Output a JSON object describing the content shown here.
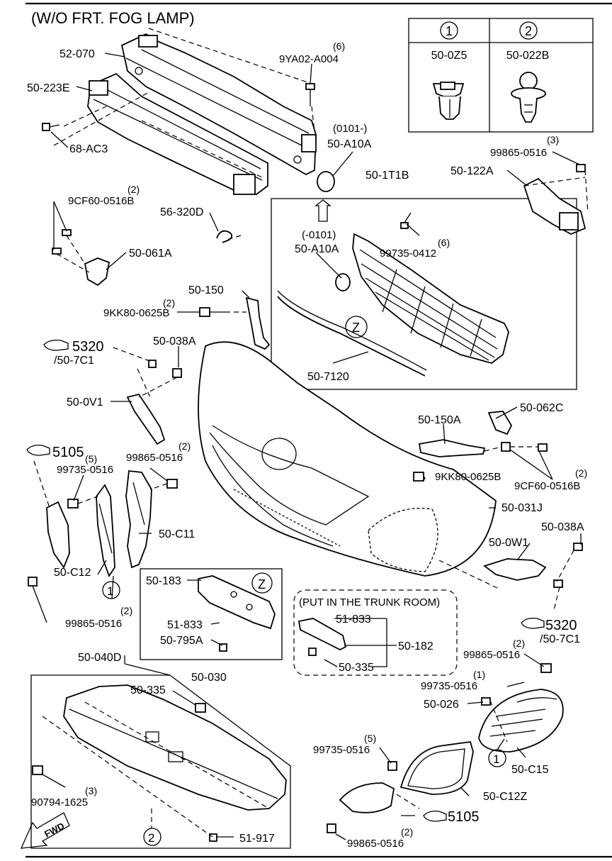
{
  "title": "(W/O FRT. FOG LAMP)",
  "legend": {
    "headers": [
      "1",
      "2"
    ],
    "parts": [
      "50-0Z5",
      "50-022B"
    ]
  },
  "labels": {
    "l52_070": "52-070",
    "l9ya02_qty": "(6)",
    "l9ya02": "9YA02-A004",
    "l50_223e": "50-223E",
    "l68_ac3": "68-AC3",
    "l0101_top": "(0101-)",
    "l50_a10a_top": "50-A10A",
    "l50_1t1b": "50-1T1B",
    "l99865_top_qty": "(3)",
    "l99865_top": "99865-0516",
    "l50_122a": "50-122A",
    "l9cf60_top_qty": "(2)",
    "l9cf60_top": "9CF60-0516B",
    "l56_320d": "56-320D",
    "l0101_grille": "(-0101)",
    "l50_a10a_grille": "50-A10A",
    "l99735_0412_qty": "(6)",
    "l99735_0412": "99735-0412",
    "l50_061a": "50-061A",
    "l50_150": "50-150",
    "l9kk80_qty": "(2)",
    "l9kk80": "9KK80-0625B",
    "l_z_grille": "Z",
    "l5320_left": "5320",
    "l50_7c1_left": "/50-7C1",
    "l50_038a_left": "50-038A",
    "l50_7120": "50-7120",
    "l50_0v1": "50-0V1",
    "l50_062c": "50-062C",
    "l50_150a": "50-150A",
    "l5105_left": "5105",
    "l99865_mid_qty": "(2)",
    "l99865_mid": "99865-0516",
    "l99735_left_qty": "(5)",
    "l99735_left": "99735-0516",
    "l9kk80_b": "9KK80-0625B",
    "l9cf60_b_qty": "(2)",
    "l9cf60_b": "9CF60-0516B",
    "l50_031j": "50-031J",
    "l50_c11": "50-C11",
    "l50_038a_right": "50-038A",
    "l50_0w1": "50-0W1",
    "l50_c12": "50-C12",
    "l_circ1_left": "1",
    "l50_183": "50-183",
    "l_z_box": "Z",
    "l51_833_box": "51-833",
    "l50_795a": "50-795A",
    "l50_030": "50-030",
    "l99865_bl_qty": "(2)",
    "l99865_bl": "99865-0516",
    "l_trunk": "(PUT IN THE TRUNK ROOM)",
    "l51_833_trunk": "51-833",
    "l50_182": "50-182",
    "l50_335_trunk": "50-335",
    "l5320_right": "5320",
    "l50_7c1_right": "/50-7C1",
    "l50_040d": "50-040D",
    "l99865_br_qty": "(2)",
    "l99865_br": "99865-0516",
    "l99735_br1_qty": "(1)",
    "l99735_br1": "99735-0516",
    "l50_335_cover": "50-335",
    "l50_026": "50-026",
    "l99735_br5_qty": "(5)",
    "l99735_br5": "99735-0516",
    "l90794_qty": "(3)",
    "l90794": "90794-1625",
    "l50_c15": "50-C15",
    "l_circ1_right": "1",
    "l50_c12z": "50-C12Z",
    "l5105_right": "5105",
    "l99865_bottom_qty": "(2)",
    "l99865_bottom": "99865-0516",
    "l_circ2_bottom": "2",
    "l51_917": "51-917",
    "l_fwd": "FWD"
  }
}
